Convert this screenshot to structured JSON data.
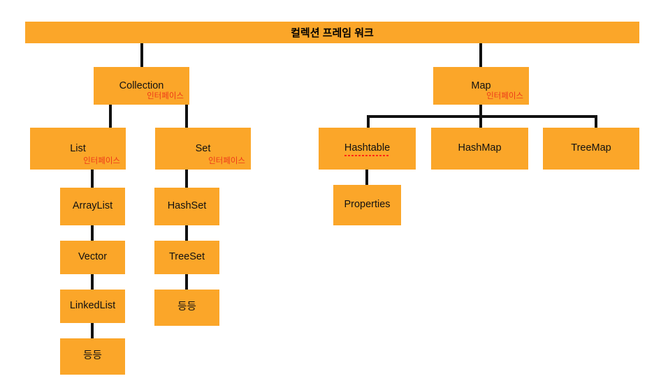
{
  "diagram": {
    "title": "컬렉션 프레임 워크",
    "interface_tag": "인터페이스",
    "colors": {
      "box_fill": "#FBA629",
      "line": "#111111",
      "text": "#111111",
      "interface_red": "#ED3A19",
      "spellcheck_red": "#FF2A14",
      "background": "#FFFFFF"
    },
    "nodes": {
      "root": {
        "label": "컬렉션 프레임 워크"
      },
      "collection": {
        "label": "Collection",
        "sub": "인터페이스"
      },
      "map": {
        "label": "Map",
        "sub": "인터페이스"
      },
      "list": {
        "label": "List",
        "sub": "인터페이스"
      },
      "set": {
        "label": "Set",
        "sub": "인터페이스"
      },
      "hashtable": {
        "label": "Hashtable"
      },
      "hashmap": {
        "label": "HashMap"
      },
      "treemap": {
        "label": "TreeMap"
      },
      "properties": {
        "label": "Properties"
      },
      "arraylist": {
        "label": "ArrayList"
      },
      "vector": {
        "label": "Vector"
      },
      "linkedlist": {
        "label": "LinkedList"
      },
      "list_etc": {
        "label": "등등"
      },
      "hashset": {
        "label": "HashSet"
      },
      "treeset": {
        "label": "TreeSet"
      },
      "set_etc": {
        "label": "등등"
      }
    }
  }
}
